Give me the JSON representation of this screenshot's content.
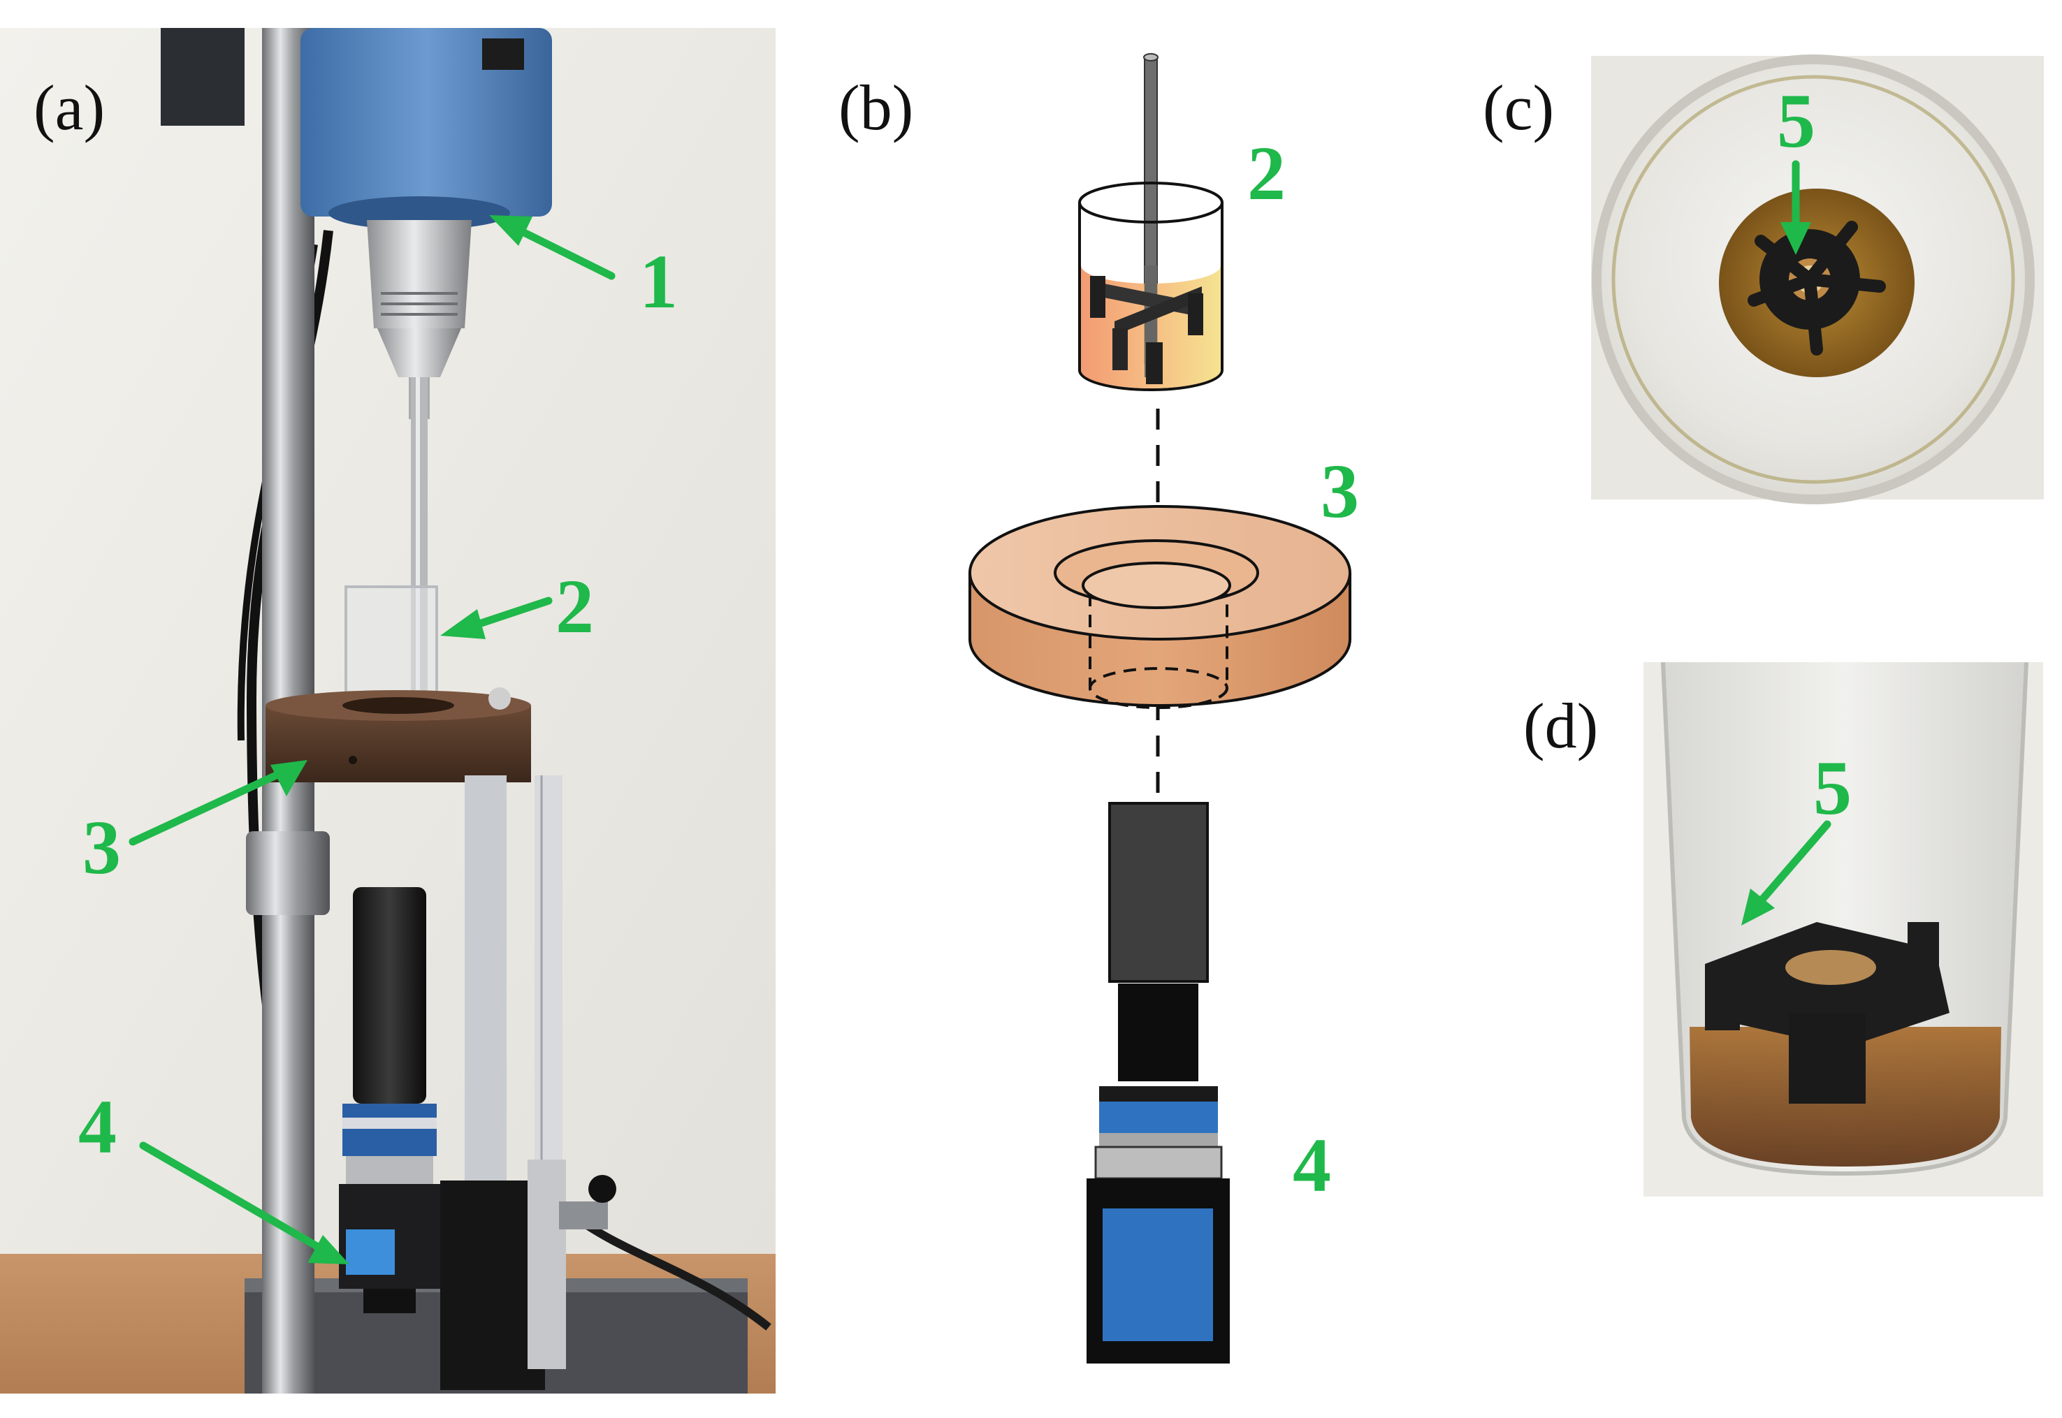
{
  "panels": {
    "a": {
      "label": "(a)"
    },
    "b": {
      "label": "(b)"
    },
    "c": {
      "label": "(c)"
    },
    "d": {
      "label": "(d)"
    }
  },
  "callouts": {
    "a1": "1",
    "a2": "2",
    "a3": "3",
    "a4": "4",
    "b2": "2",
    "b3": "3",
    "b4": "4",
    "c5": "5",
    "d5": "5"
  },
  "colors": {
    "callout_green": "#1fb84a",
    "wall": "#ecebe6",
    "stirrer_blue": "#4f7fb8",
    "ring_rust": "#5a3d2b",
    "disc_orange": "#e2a47c",
    "camera_blue": "#2f73c0",
    "liquid_amber": "#8a5a1f"
  },
  "icons": {
    "arrow": "arrow-icon",
    "impeller": "impeller-icon"
  }
}
